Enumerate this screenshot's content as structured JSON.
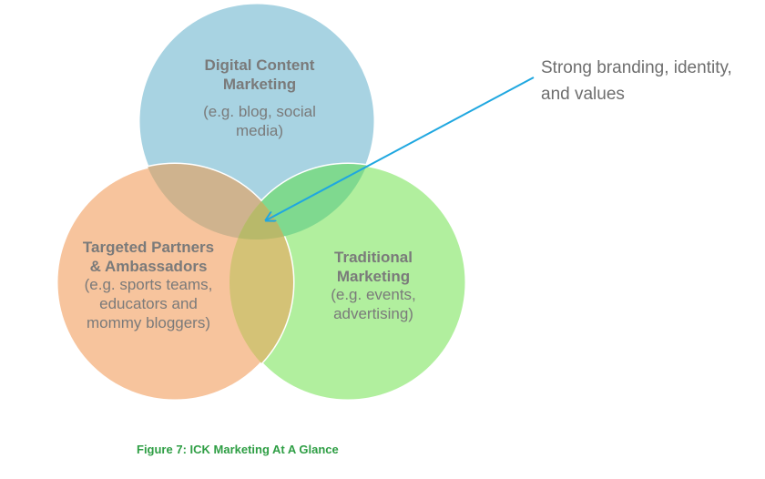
{
  "circles": [
    {
      "id": "digital",
      "title": "Digital Content\nMarketing",
      "subtitle": "(e.g. blog, social\nmedia)",
      "color": "#a8d3e2"
    },
    {
      "id": "partners",
      "title": "Targeted Partners\n& Ambassadors",
      "subtitle": "(e.g. sports teams,\neducators and\nmommy bloggers)",
      "color": "#f7c49d"
    },
    {
      "id": "traditional",
      "title": "Traditional\nMarketing",
      "subtitle": "(e.g. events,\nadvertising)",
      "color": "#b1ef9e"
    }
  ],
  "callout": {
    "text": "Strong branding, identity,\nand values",
    "arrow_color": "#1fa7e0"
  },
  "caption": "Figure 7: ICK Marketing At A Glance",
  "colors": {
    "text_gray": "#7a7a7a",
    "caption_green": "#2e9e44"
  }
}
